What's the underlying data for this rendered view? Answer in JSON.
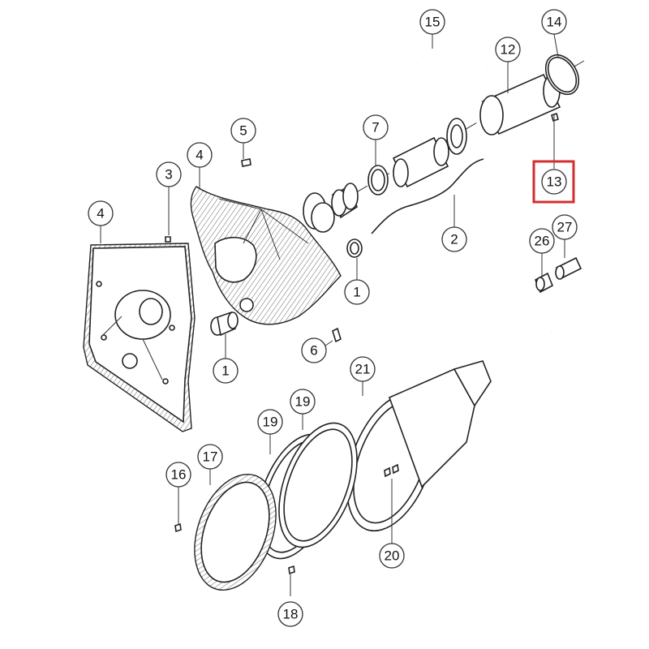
{
  "diagram": {
    "highlight_color": "#d32f2f",
    "callouts": [
      {
        "id": "c15",
        "label": "15"
      },
      {
        "id": "c14",
        "label": "14"
      },
      {
        "id": "c12",
        "label": "12"
      },
      {
        "id": "c7",
        "label": "7"
      },
      {
        "id": "c5",
        "label": "5"
      },
      {
        "id": "c4a",
        "label": "4"
      },
      {
        "id": "c3",
        "label": "3"
      },
      {
        "id": "c4b",
        "label": "4"
      },
      {
        "id": "c13",
        "label": "13"
      },
      {
        "id": "c2",
        "label": "2"
      },
      {
        "id": "c26",
        "label": "26"
      },
      {
        "id": "c27",
        "label": "27"
      },
      {
        "id": "c1a",
        "label": "1"
      },
      {
        "id": "c1b",
        "label": "1"
      },
      {
        "id": "c6",
        "label": "6"
      },
      {
        "id": "c21",
        "label": "21"
      },
      {
        "id": "c19a",
        "label": "19"
      },
      {
        "id": "c19b",
        "label": "19"
      },
      {
        "id": "c17",
        "label": "17"
      },
      {
        "id": "c16",
        "label": "16"
      },
      {
        "id": "c20",
        "label": "20"
      },
      {
        "id": "c18",
        "label": "18"
      }
    ]
  }
}
